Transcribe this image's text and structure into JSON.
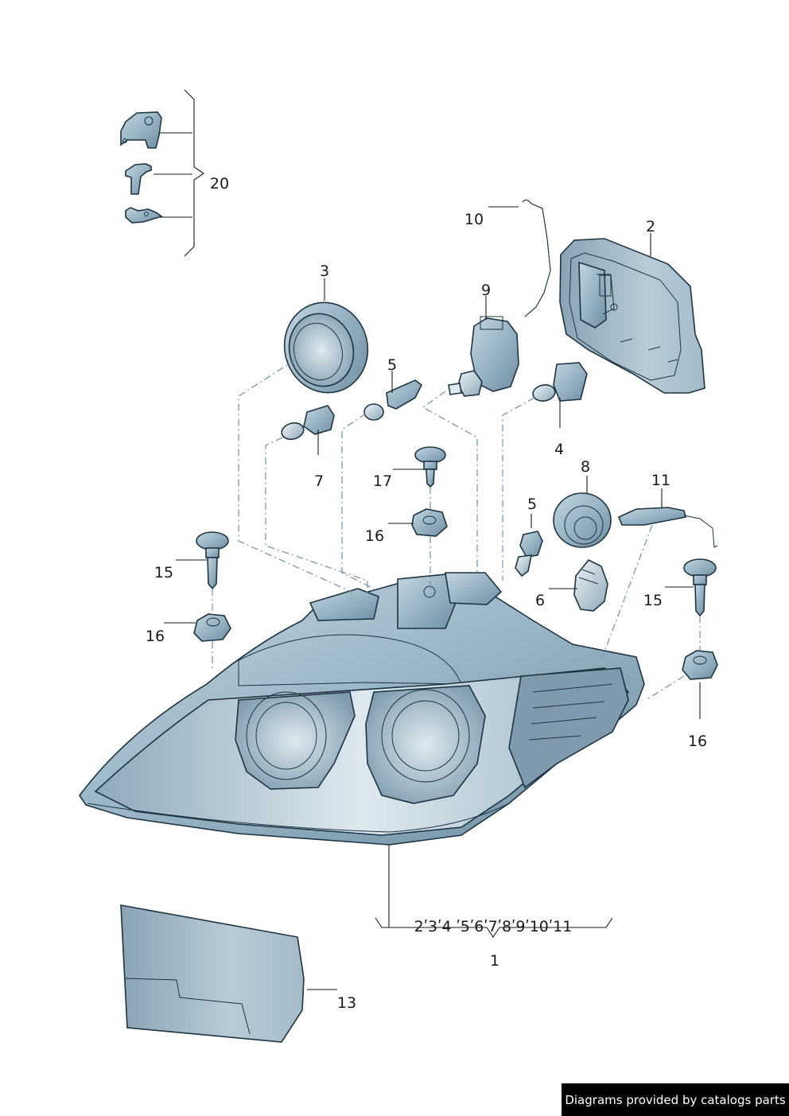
{
  "callouts": {
    "c1": "1",
    "c2": "2",
    "c3": "3",
    "c4": "4",
    "c5a": "5",
    "c5b": "5",
    "c6": "6",
    "c7": "7",
    "c8": "8",
    "c9": "9",
    "c10": "10",
    "c11": "11",
    "c13": "13",
    "c15a": "15",
    "c15b": "15",
    "c16a": "16",
    "c16b": "16",
    "c16c": "16",
    "c17": "17",
    "c20": "20",
    "assembly_list": "2ʹ3ʹ4 ʹ5ʹ6ʹ7ʹ8ʹ9ʹ10ʹ11"
  },
  "footer": {
    "credit": "Diagrams provided by catalogs parts"
  },
  "colors": {
    "part_fill": "#a9c2d0",
    "part_dark": "#6f8fa2",
    "line": "#1d3442",
    "dash": "#7d97a8",
    "badge_bg": "#000000"
  }
}
